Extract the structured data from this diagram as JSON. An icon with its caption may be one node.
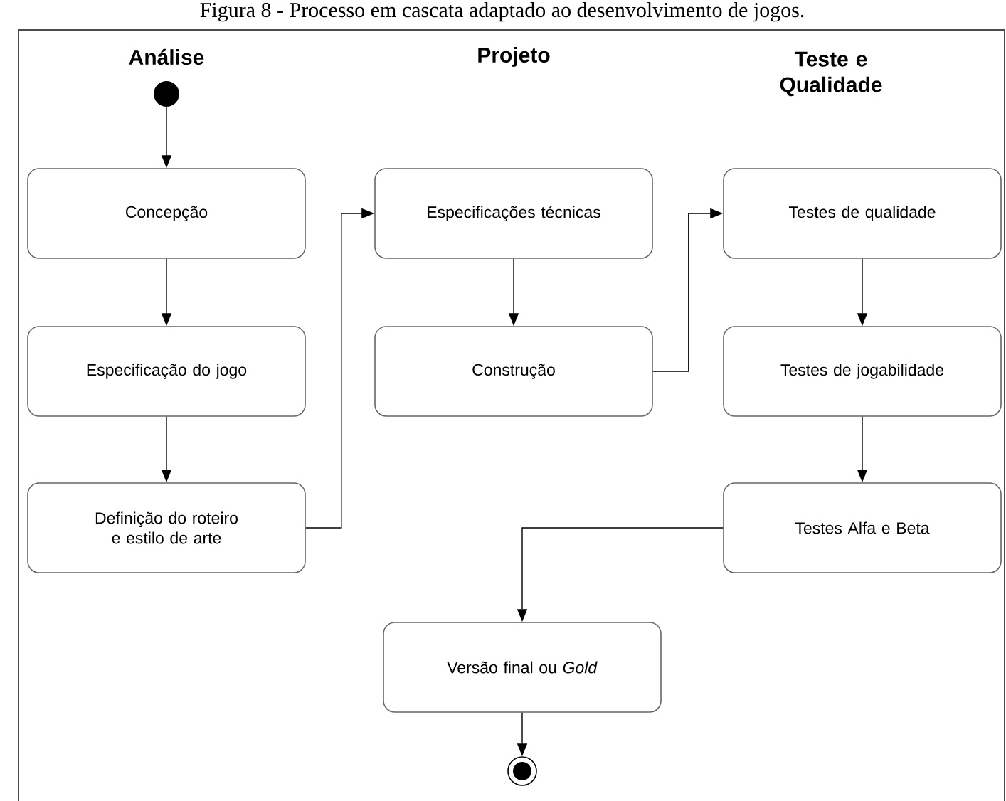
{
  "diagram": {
    "caption": "Figura 8 - Processo em cascata adaptado ao desenvolvimento de jogos.",
    "nodes": [
      {
        "text": [],
        "shape": "circle"
      },
      {
        "text": [
          "Concepção"
        ]
      },
      {
        "text": [
          "Especificação do jogo"
        ]
      },
      {
        "text": [
          "Definição do roteiro e estilo de arte"
        ]
      },
      {
        "text": [
          "Especificações técnicas"
        ]
      },
      {
        "text": [
          "Construção"
        ]
      },
      {
        "text": [
          "Testes de qualidade"
        ]
      },
      {
        "text": [
          "Testes de jogabilidade"
        ]
      },
      {
        "text": [
          "Testes Alfa e Beta"
        ]
      },
      {
        "text": [
          "Versão final ou *Gold*"
        ]
      },
      {
        "text": [],
        "shape": "circle"
      }
    ],
    "edges": [
      {
        "from": 0,
        "to": 1,
        "arrow": "to"
      },
      {
        "from": 1,
        "to": 2,
        "arrow": "to"
      },
      {
        "from": 2,
        "to": 3,
        "arrow": "to"
      },
      {
        "from": 3,
        "to": 4,
        "arrow": "to"
      },
      {
        "from": 4,
        "to": 5,
        "arrow": "to"
      },
      {
        "from": 5,
        "to": 6,
        "arrow": "to"
      },
      {
        "from": 6,
        "to": 7,
        "arrow": "to"
      },
      {
        "from": 7,
        "to": 8,
        "arrow": "to"
      },
      {
        "from": 8,
        "to": 9,
        "arrow": "to"
      },
      {
        "from": 9,
        "to": 10,
        "arrow": "to"
      }
    ],
    "labels": [
      "Análise",
      "Projeto",
      "Teste e Qualidade"
    ]
  }
}
